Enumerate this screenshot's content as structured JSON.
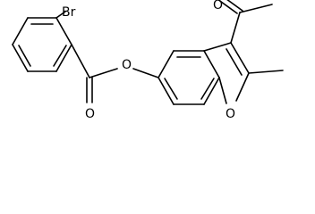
{
  "molecule": {
    "atoms": {
      "bromine": "Br",
      "ester_oxygen": "O",
      "carbonyl_oxygen": "O",
      "acetyl_oxygen": "O",
      "furan_oxygen": "O"
    }
  },
  "colors": {
    "bond": "#000000",
    "label": "#000000",
    "background": "#ffffff"
  }
}
